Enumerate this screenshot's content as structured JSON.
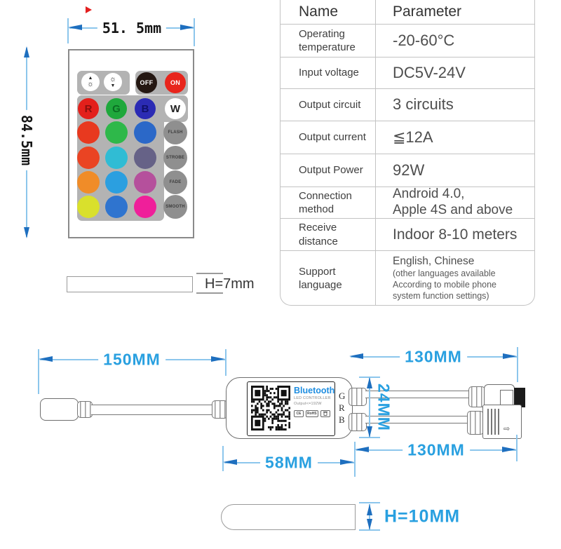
{
  "accent_blue": "#29a0e0",
  "remote": {
    "width_label": "51. 5mm",
    "height_label": "84.5mm",
    "thickness_label": "H=7mm",
    "icons": {
      "brightness_up": "▲",
      "brightness_down": "▼",
      "sun": "☼"
    },
    "power_off": "OFF",
    "power_on": "ON",
    "grid": [
      [
        {
          "bg": "#e3201b",
          "label": "R",
          "lc": "#8a0f0c",
          "cls": "rgbw",
          "name": "red-channel-button"
        },
        {
          "bg": "#1fa83c",
          "label": "G",
          "lc": "#0b6e23",
          "cls": "rgbw",
          "name": "green-channel-button"
        },
        {
          "bg": "#2b2bb4",
          "label": "B",
          "lc": "#10106a",
          "cls": "rgbw",
          "name": "blue-channel-button"
        },
        {
          "bg": "#ffffff",
          "label": "W",
          "lc": "#222222",
          "cls": "rgbw",
          "name": "white-channel-button"
        }
      ],
      [
        {
          "bg": "#e8391f",
          "name": "color-button"
        },
        {
          "bg": "#2eb84a",
          "name": "color-button"
        },
        {
          "bg": "#2b68c8",
          "name": "color-button"
        },
        {
          "bg": "#8f8f8f",
          "label": "FLASH",
          "lc": "#3c3c3c",
          "cls": "mode",
          "name": "flash-mode-button"
        }
      ],
      [
        {
          "bg": "#ea4423",
          "name": "color-button"
        },
        {
          "bg": "#30bcd4",
          "name": "color-button"
        },
        {
          "bg": "#666287",
          "name": "color-button"
        },
        {
          "bg": "#8f8f8f",
          "label": "STROBE",
          "lc": "#3c3c3c",
          "cls": "mode",
          "name": "strobe-mode-button"
        }
      ],
      [
        {
          "bg": "#f08c28",
          "name": "color-button"
        },
        {
          "bg": "#2b9fe0",
          "name": "color-button"
        },
        {
          "bg": "#b5509c",
          "name": "color-button"
        },
        {
          "bg": "#8f8f8f",
          "label": "FADE",
          "lc": "#3c3c3c",
          "cls": "mode",
          "name": "fade-mode-button"
        }
      ],
      [
        {
          "bg": "#d9e02c",
          "name": "color-button"
        },
        {
          "bg": "#2f74cf",
          "name": "color-button"
        },
        {
          "bg": "#ef1f9a",
          "name": "color-button"
        },
        {
          "bg": "#8f8f8f",
          "label": "SMOOTH",
          "lc": "#3c3c3c",
          "cls": "mode",
          "name": "smooth-mode-button"
        }
      ]
    ],
    "off_color": "#241712",
    "on_color": "#e8251c"
  },
  "table": {
    "headers": [
      "Name",
      "Parameter"
    ],
    "rows": [
      {
        "name": "Operating\ntemperature",
        "value": "-20-60°C"
      },
      {
        "name": "Input voltage",
        "value": "DC5V-24V"
      },
      {
        "name": "Output circuit",
        "value": "3 circuits"
      },
      {
        "name": "Output current",
        "value": "≦12A"
      },
      {
        "name": "Output Power",
        "value": "92W"
      },
      {
        "name": "Connection\nmethod",
        "value": "Android 4.0,\nApple 4S and above"
      },
      {
        "name": "Receive distance",
        "value": "Indoor 8-10 meters"
      },
      {
        "name": "Support\nlanguage",
        "value": "English, Chinese",
        "note": "(other languages available\nAccording to mobile phone\nsystem function settings)"
      }
    ]
  },
  "controller": {
    "label": {
      "brand": "Bluetooth",
      "line1": "LED CONTROLLER",
      "line2": "Output<=192W",
      "certs": [
        "CE",
        "RoHS"
      ]
    },
    "pins": [
      "G",
      "R",
      "B"
    ],
    "dims": {
      "cable_left": "150MM",
      "wire_top": "130MM",
      "wire_bottom": "130MM",
      "body_width": "58MM",
      "wire_gap": "24MM",
      "thickness": "H=10MM"
    }
  }
}
